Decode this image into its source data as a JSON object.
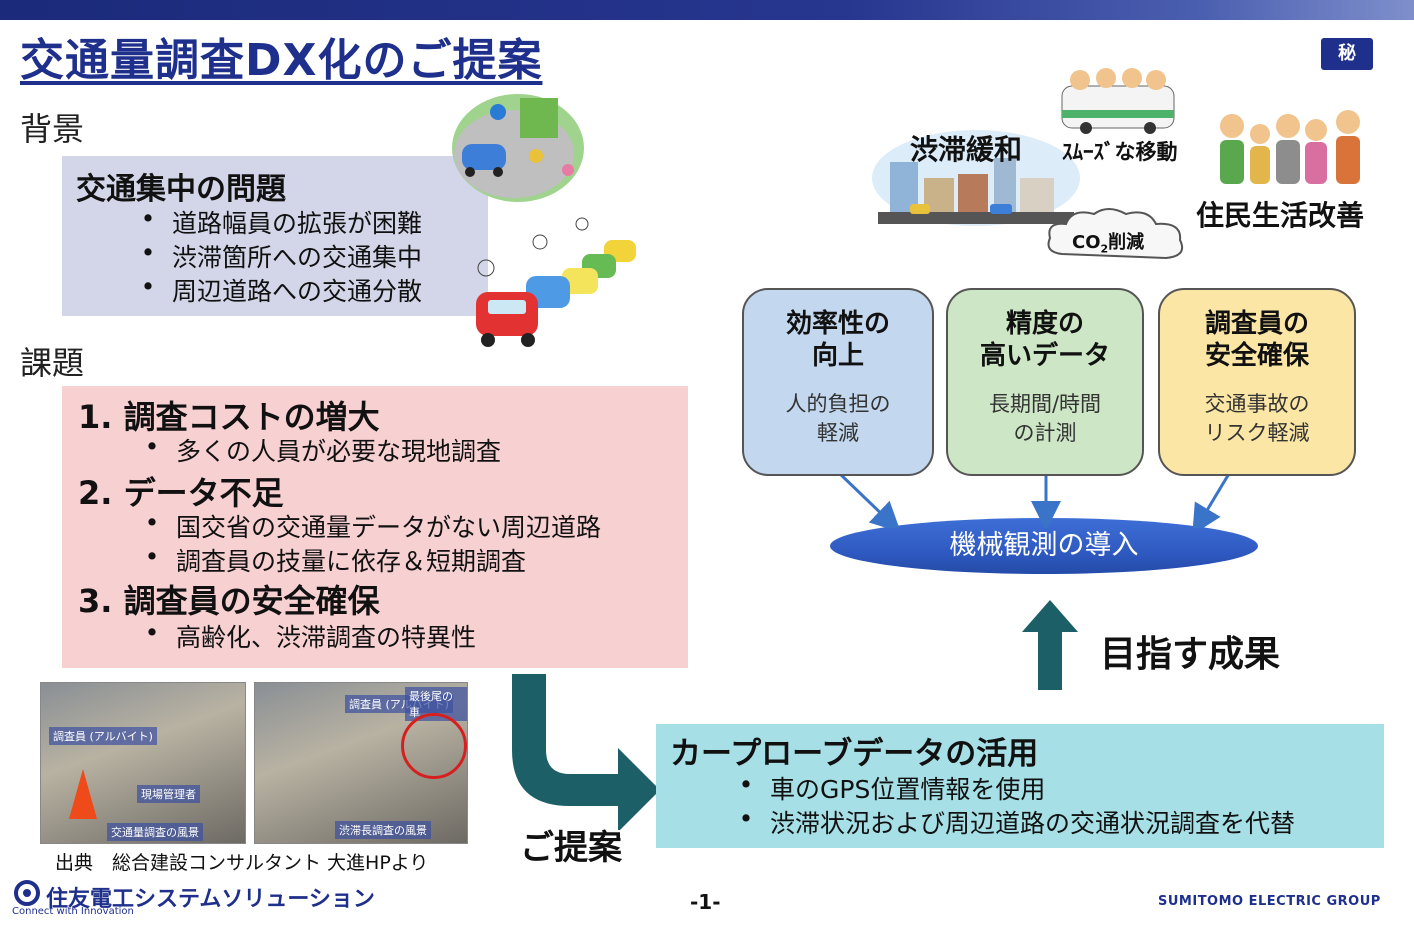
{
  "header": {
    "title": "交通量調査DX化のご提案",
    "secret_badge": "秘"
  },
  "background": {
    "section_label": "背景",
    "box_title": "交通集中の問題",
    "bullet_char": "•",
    "items": [
      "道路幅員の拡張が困難",
      "渋滞箇所への交通集中",
      "周辺道路への交通分散"
    ]
  },
  "issues": {
    "section_label": "課題",
    "groups": [
      {
        "heading": "1. 調査コストの増大",
        "items": [
          "多くの人員が必要な現地調査"
        ]
      },
      {
        "heading": "2. データ不足",
        "items": [
          "国交省の交通量データがない周辺道路",
          "調査員の技量に依存＆短期調査"
        ]
      },
      {
        "heading": "3. 調査員の安全確保",
        "items": [
          "高齢化、渋滞調査の特異性"
        ]
      }
    ]
  },
  "photos": {
    "left": {
      "tag1": "調査員 (アルバイト)",
      "tag2": "現場管理者",
      "caption": "交通量調査の風景"
    },
    "right": {
      "tag1": "調査員 (アルバイト)",
      "tag2": "最後尾の車",
      "caption": "渋滞長調査の風景"
    },
    "source": "出典　総合建設コンサルタント 大進HPより"
  },
  "outcomes": {
    "congestion": "渋滞緩和",
    "smooth": "ｽﾑｰｽﾞな移動",
    "co2_pre": "CO",
    "co2_sub": "2",
    "co2_post": "削減",
    "residents": "住民生活改善",
    "cards": [
      {
        "title1": "効率性の",
        "title2": "向上",
        "sub1": "人的負担の",
        "sub2": "軽減"
      },
      {
        "title1": "精度の",
        "title2": "高いデータ",
        "sub1": "長期間/時間",
        "sub2": "の計測"
      },
      {
        "title1": "調査員の",
        "title2": "安全確保",
        "sub1": "交通事故の",
        "sub2": "リスク軽減"
      }
    ],
    "machine": "機械観測の導入",
    "goal": "目指す成果"
  },
  "proposal": {
    "label": "ご提案",
    "title": "カープローブデータの活用",
    "items": [
      "車のGPS位置情報を使用",
      "渋滞状況および周辺道路の交通状況調査を代替"
    ]
  },
  "footer": {
    "company": "住友電工システムソリューション",
    "tagline": "Connect with Innovation",
    "page": "-1-",
    "group": "SUMITOMO ELECTRIC GROUP"
  },
  "colors": {
    "brand": "#1e2f8c",
    "card1": "#c3d7ee",
    "card2": "#cde6c5",
    "card3": "#fbe6a6",
    "arrow": "#1c5f66"
  }
}
